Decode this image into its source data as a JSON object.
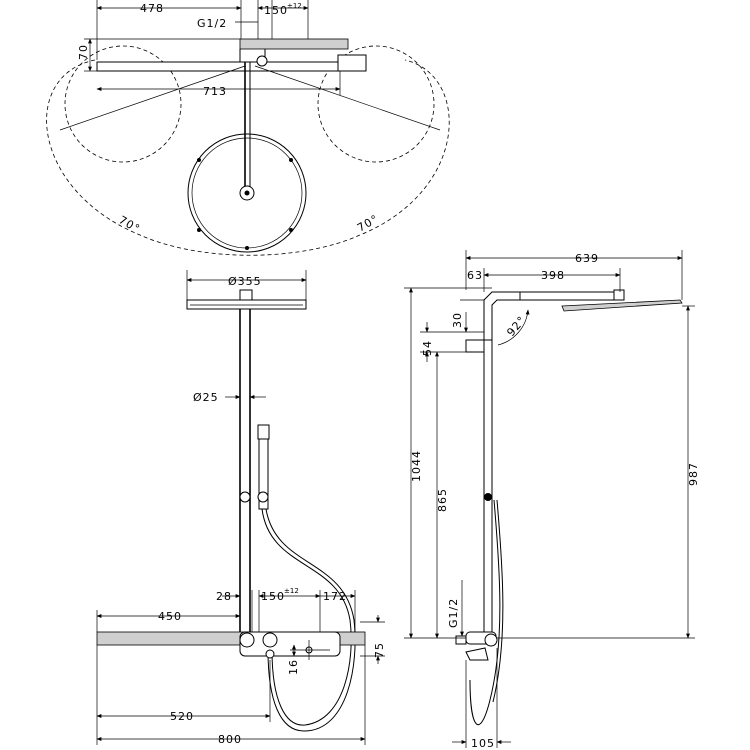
{
  "top_view": {
    "dims": {
      "d478": "478",
      "g12": "G1/2",
      "d150": "150",
      "tol": "±12",
      "d70": "70",
      "d713": "713",
      "angle_left": "70°",
      "angle_right": "70°"
    }
  },
  "front_view": {
    "dims": {
      "dia355": "Ø355",
      "dia25": "Ø25",
      "d28": "28",
      "d150": "150",
      "tol": "±12",
      "d172": "172",
      "d450": "450",
      "d75": "75",
      "d16": "16",
      "d520": "520",
      "d800": "800"
    }
  },
  "side_view": {
    "dims": {
      "d639": "639",
      "d63": "63",
      "d398": "398",
      "d30": "30",
      "d54": "54",
      "angle": "92°",
      "d1044": "1044",
      "d865": "865",
      "d987": "987",
      "g12": "G1/2",
      "d105": "105"
    }
  }
}
